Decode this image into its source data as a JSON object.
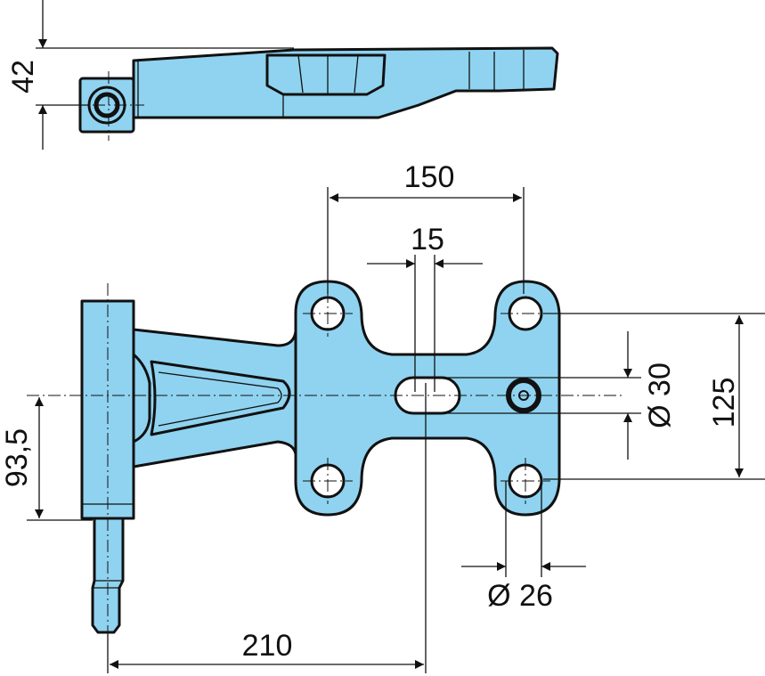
{
  "colors": {
    "part_fill": "#8fd3f0",
    "line": "#111111",
    "background": "#ffffff"
  },
  "dimensions": {
    "height_side": "42",
    "bolt_spacing_x": "150",
    "slot_width": "15",
    "slot_diameter": "Ø 30",
    "bolt_spacing_y": "125",
    "offset_vertical": "93,5",
    "hole_diameter": "Ø 26",
    "length_horizontal": "210"
  }
}
